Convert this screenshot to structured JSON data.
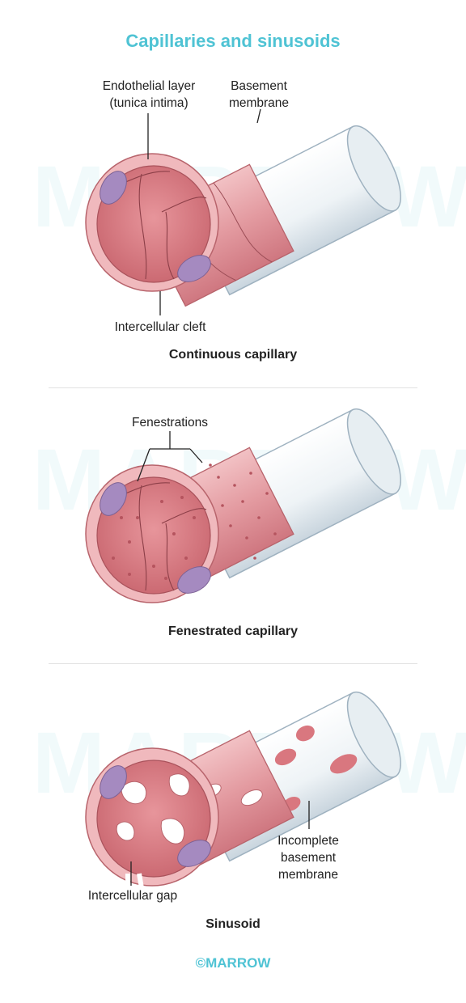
{
  "title": "Capillaries and sinusoids",
  "watermark": "MARROW",
  "continuous": {
    "caption": "Continuous capillary",
    "label_endothelial_1": "Endothelial layer",
    "label_endothelial_2": "(tunica intima)",
    "label_basement_1": "Basement",
    "label_basement_2": "membrane",
    "label_cleft": "Intercellular cleft"
  },
  "fenestrated": {
    "caption": "Fenestrated capillary",
    "label_fenestrations": "Fenestrations"
  },
  "sinusoid": {
    "caption": "Sinusoid",
    "label_gap": "Intercellular gap",
    "label_incomplete_1": "Incomplete",
    "label_incomplete_2": "basement",
    "label_incomplete_3": "membrane"
  },
  "footer": "©MARROW",
  "colors": {
    "title": "#4fc3d4",
    "vessel_pink": "#e9a3a9",
    "lumen_pink": "#d9777f",
    "nucleus_purple": "#a58ac0",
    "basement_white": "#f1f5f8"
  }
}
